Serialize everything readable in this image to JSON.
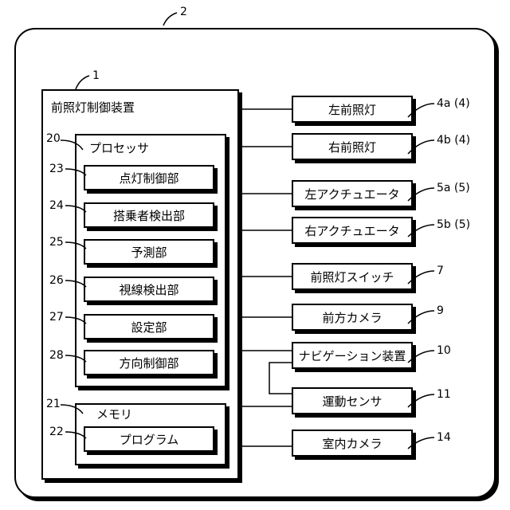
{
  "refs": {
    "system": "2",
    "controller": "1",
    "processor": "20",
    "memory": "21",
    "lighting_control": "23",
    "occupant_detection": "24",
    "prediction": "25",
    "gaze_detection": "26",
    "setting": "27",
    "direction_control": "28",
    "program": "22",
    "left_headlight": "4a (4)",
    "right_headlight": "4b (4)",
    "left_actuator": "5a (5)",
    "right_actuator": "5b (5)",
    "headlight_switch": "7",
    "front_camera": "9",
    "navigation": "10",
    "motion_sensor": "11",
    "cabin_camera": "14"
  },
  "labels": {
    "controller": "前照灯制御装置",
    "processor": "プロセッサ",
    "memory": "メモリ",
    "lighting_control": "点灯制御部",
    "occupant_detection": "搭乗者検出部",
    "prediction": "予測部",
    "gaze_detection": "視線検出部",
    "setting": "設定部",
    "direction_control": "方向制御部",
    "program": "プログラム",
    "left_headlight": "左前照灯",
    "right_headlight": "右前照灯",
    "left_actuator": "左アクチュエータ",
    "right_actuator": "右アクチュエータ",
    "headlight_switch": "前照灯スイッチ",
    "front_camera": "前方カメラ",
    "navigation": "ナビゲーション装置",
    "motion_sensor": "運動センサ",
    "cabin_camera": "室内カメラ"
  }
}
